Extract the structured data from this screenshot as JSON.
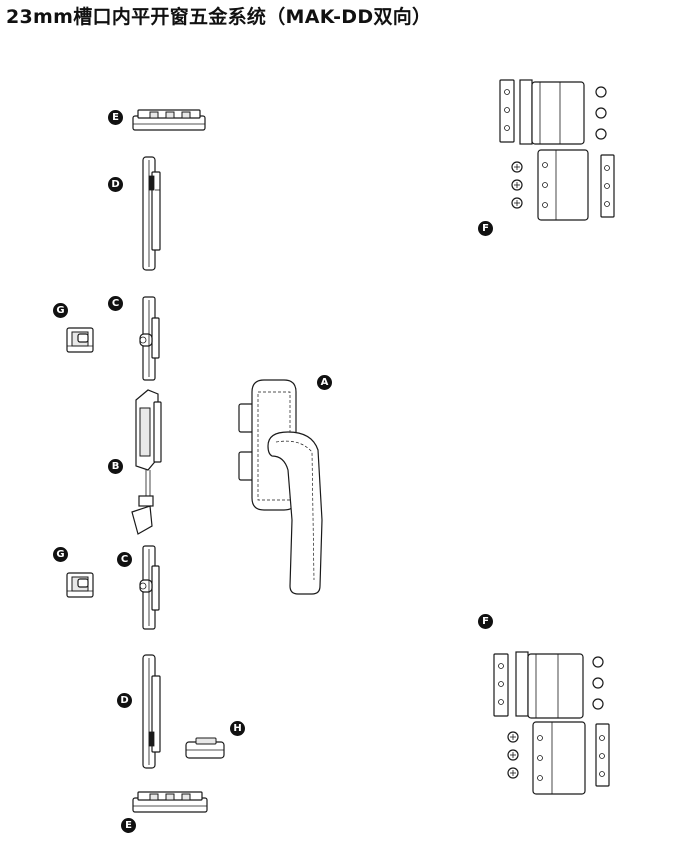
{
  "title": "23mm槽口内平开窗五金系统（MAK-DD双向）",
  "callouts": {
    "E_top": "E",
    "D_top": "D",
    "C_top": "C",
    "G_top": "G",
    "B": "B",
    "A": "A",
    "G_bottom": "G",
    "C_bottom": "C",
    "D_bottom": "D",
    "H": "H",
    "E_bottom": "E",
    "F_top": "F",
    "F_bottom": "F"
  }
}
